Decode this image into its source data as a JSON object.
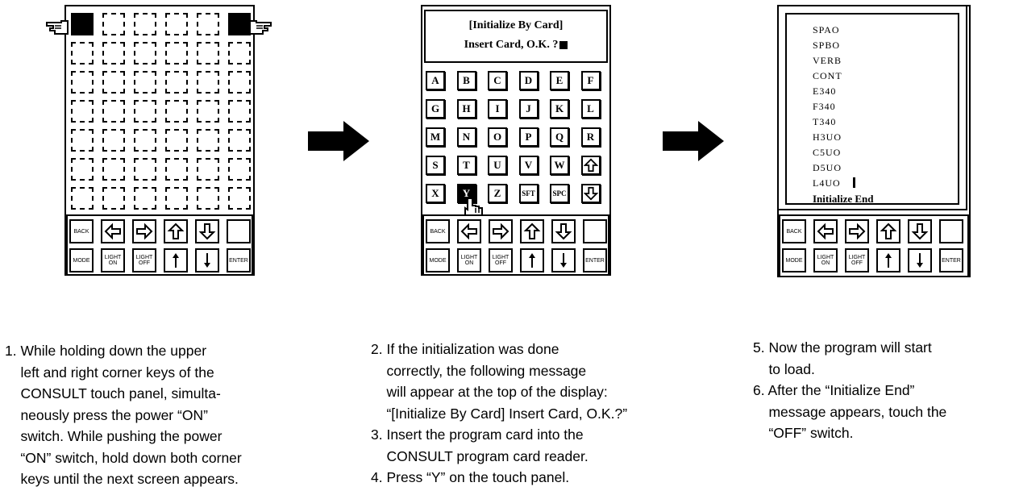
{
  "panel2": {
    "display_line1": "[Initialize By Card]",
    "display_line2": "Insert Card, O.K. ?",
    "keys": [
      [
        "A",
        "B",
        "C",
        "D",
        "E",
        "F"
      ],
      [
        "G",
        "H",
        "I",
        "J",
        "K",
        "L"
      ],
      [
        "M",
        "N",
        "O",
        "P",
        "Q",
        "R"
      ],
      [
        "S",
        "T",
        "U",
        "V",
        "W",
        "up-outline-arrow"
      ],
      [
        "X",
        "Y",
        "Z",
        "SFT",
        "SPC",
        "down-outline-arrow"
      ]
    ],
    "selected_key": "Y"
  },
  "keypad": {
    "back": "BACK",
    "mode": "MODE",
    "light_on": "LIGHT ON",
    "light_off": "LIGHT OFF",
    "enter": "ENTER"
  },
  "panel3": {
    "programs": [
      "SPAO",
      "SPBO",
      "VERB",
      "CONT",
      "E340",
      "F340",
      "T340",
      "H3UO",
      "C5UO",
      "D5UO",
      "L4UO"
    ],
    "end_message": "Initialize End"
  },
  "steps": {
    "col1": "1. While holding down the upper\n    left and right corner keys of the\n    CONSULT touch panel, simulta-\n    neously press the power “ON”\n    switch. While pushing the power\n    “ON” switch, hold down both corner\n    keys until the next screen appears.",
    "col2": "2. If the initialization was done\n    correctly, the following message\n    will appear at the top of the display:\n    “[Initialize By Card] Insert Card, O.K.?”\n3. Insert the program card into the\n    CONSULT program card reader.\n4. Press “Y” on the touch panel.",
    "col3": "5. Now the program will start\n    to load.\n6. After the “Initialize End”\n    message appears, touch the\n    “OFF” switch."
  }
}
